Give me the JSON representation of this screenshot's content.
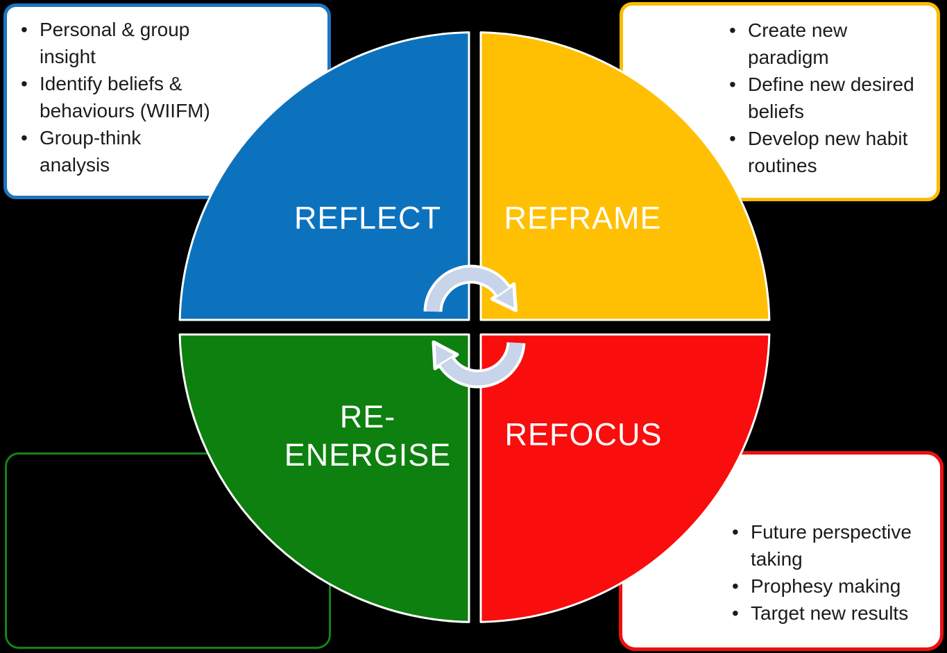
{
  "background_color": "#000000",
  "quadrants": [
    {
      "id": "reflect",
      "label": "REFLECT",
      "color": "#0C72BD"
    },
    {
      "id": "reframe",
      "label": "REFRAME",
      "color": "#FFC003"
    },
    {
      "id": "reenergise",
      "label": "RE-\nENERGISE",
      "color": "#0D800F"
    },
    {
      "id": "refocus",
      "label": "REFOCUS",
      "color": "#F90D0D"
    }
  ],
  "label_text_color": "#FFFFFF",
  "callouts": {
    "top_left": {
      "border_color": "#1D75C1",
      "bullets": [
        "Personal & group\ninsight",
        "Identify beliefs &\nbehaviours (WIIFM)",
        "Group-think\nanalysis"
      ]
    },
    "top_right": {
      "border_color": "#FBBB04",
      "bullets": [
        "Create new\nparadigm",
        "Define new desired\nbeliefs",
        "Develop new habit\nroutines"
      ]
    },
    "bottom_left": {
      "border_color": "#148414",
      "bullets": []
    },
    "bottom_right": {
      "border_color": "#EE1010",
      "bullets": [
        "Future perspective\ntaking",
        "Prophesy making",
        "Target new results"
      ]
    }
  },
  "arrows": {
    "fill": "#C7D4E9",
    "outline": "#FFFFFF"
  },
  "quadrant_outline_color": "#FFFFFF"
}
